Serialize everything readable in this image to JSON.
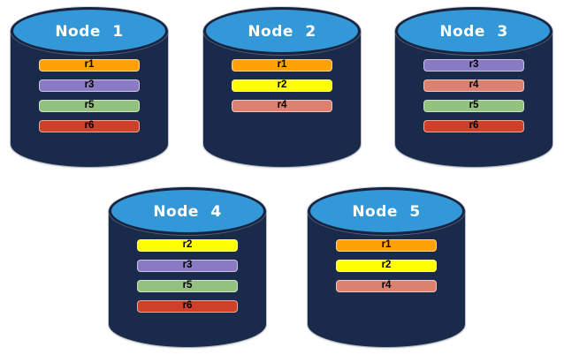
{
  "diagram": {
    "title": "replica-distribution-across-nodes",
    "background": "#FFFFFF",
    "nodes": [
      {
        "label": "Node 1",
        "replicas": [
          "r1",
          "r3",
          "r5",
          "r6"
        ]
      },
      {
        "label": "Node 2",
        "replicas": [
          "r1",
          "r2",
          "r4"
        ]
      },
      {
        "label": "Node 3",
        "replicas": [
          "r3",
          "r4",
          "r5",
          "r6"
        ]
      },
      {
        "label": "Node 4",
        "replicas": [
          "r2",
          "r3",
          "r5",
          "r6"
        ]
      },
      {
        "label": "Node 5",
        "replicas": [
          "r1",
          "r2",
          "r4"
        ]
      }
    ],
    "replica_colors": {
      "r1": "#FFA005",
      "r2": "#FFFF00",
      "r3": "#8A7AC4",
      "r4": "#DC8170",
      "r5": "#92C27E",
      "r6": "#CC4127"
    },
    "cylinder": {
      "body_color": "#1A2A4B",
      "top_color": "#3398D8",
      "outline_color": "#18243F",
      "label_color": "#FFFFFF",
      "bar_text_color": "#000000"
    }
  }
}
